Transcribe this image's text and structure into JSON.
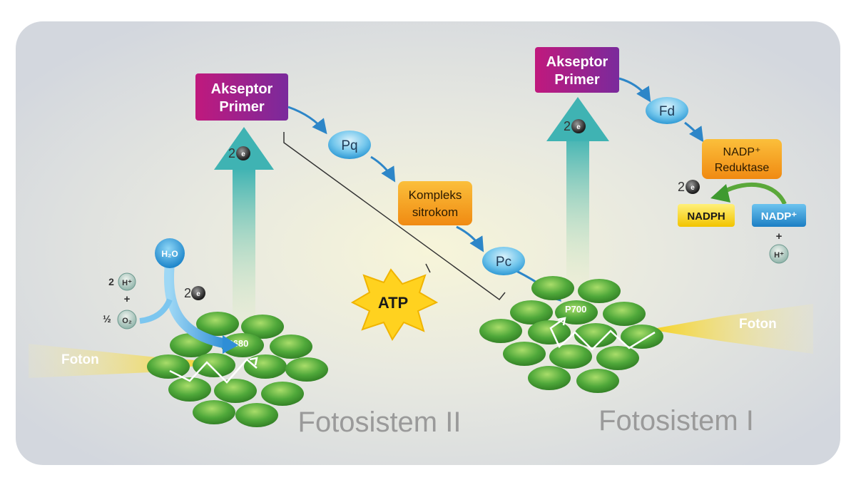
{
  "photosystem_2": {
    "title": "Fotosistem II",
    "reaction_center": "P680",
    "photon": "Foton",
    "acceptor_line1": "Akseptor",
    "acceptor_line2": "Primer",
    "electron_count": "2",
    "water": "H₂O",
    "proton_count": "2",
    "proton": "H⁺",
    "plus": "+",
    "oxygen_fraction": "½",
    "oxygen": "O₂"
  },
  "photosystem_1": {
    "title": "Fotosistem I",
    "reaction_center": "P700",
    "photon": "Foton",
    "acceptor_line1": "Akseptor",
    "acceptor_line2": "Primer",
    "electron_count": "2"
  },
  "transport": {
    "pq": "Pq",
    "cytochrome_line1": "Kompleks",
    "cytochrome_line2": "sitrokom",
    "pc": "Pc",
    "atp": "ATP",
    "fd": "Fd",
    "reductase_line1": "NADP⁺",
    "reductase_line2": "Reduktase",
    "electron_count": "2",
    "nadph": "NADPH",
    "nadp": "NADP⁺",
    "plus": "+",
    "proton": "H⁺"
  },
  "colors": {
    "panel": "#d8dce3",
    "acceptor": "#9b1f8c",
    "carrier": "#4fb4e6",
    "cytochrome": "#f7a51c",
    "nadph": "#ffd52a",
    "nadp": "#2f9ad9",
    "chlorophyll": "#4fa83a",
    "teal_arrow": "#3fb3b3",
    "atp": "#ffd21f"
  }
}
